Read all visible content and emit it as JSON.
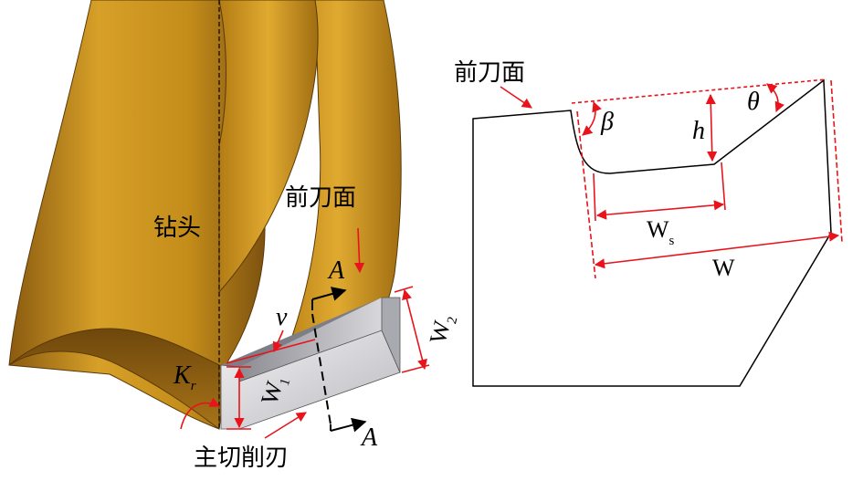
{
  "left_figure": {
    "drill_label": "钻头",
    "rake_face_label": "前刀面",
    "main_edge_label": "主切削刃",
    "section_letter_top": "A",
    "section_letter_bottom": "A",
    "nu_label": "ν",
    "kr_main": "K",
    "kr_sub": "r",
    "w1_main": "W",
    "w1_sub": "1",
    "w2_main": "W",
    "w2_sub": "2"
  },
  "right_figure": {
    "rake_face_label": "前刀面",
    "beta_label": "β",
    "theta_label": "θ",
    "h_label": "h",
    "ws_main": "W",
    "ws_sub": "s",
    "w_label": "W"
  },
  "colors": {
    "drill_gold": "#c9901c",
    "drill_dark": "#8a5a10",
    "annotation_red": "#e8141b",
    "outline": "#000000",
    "insert_gray": "#cfcfd2"
  }
}
